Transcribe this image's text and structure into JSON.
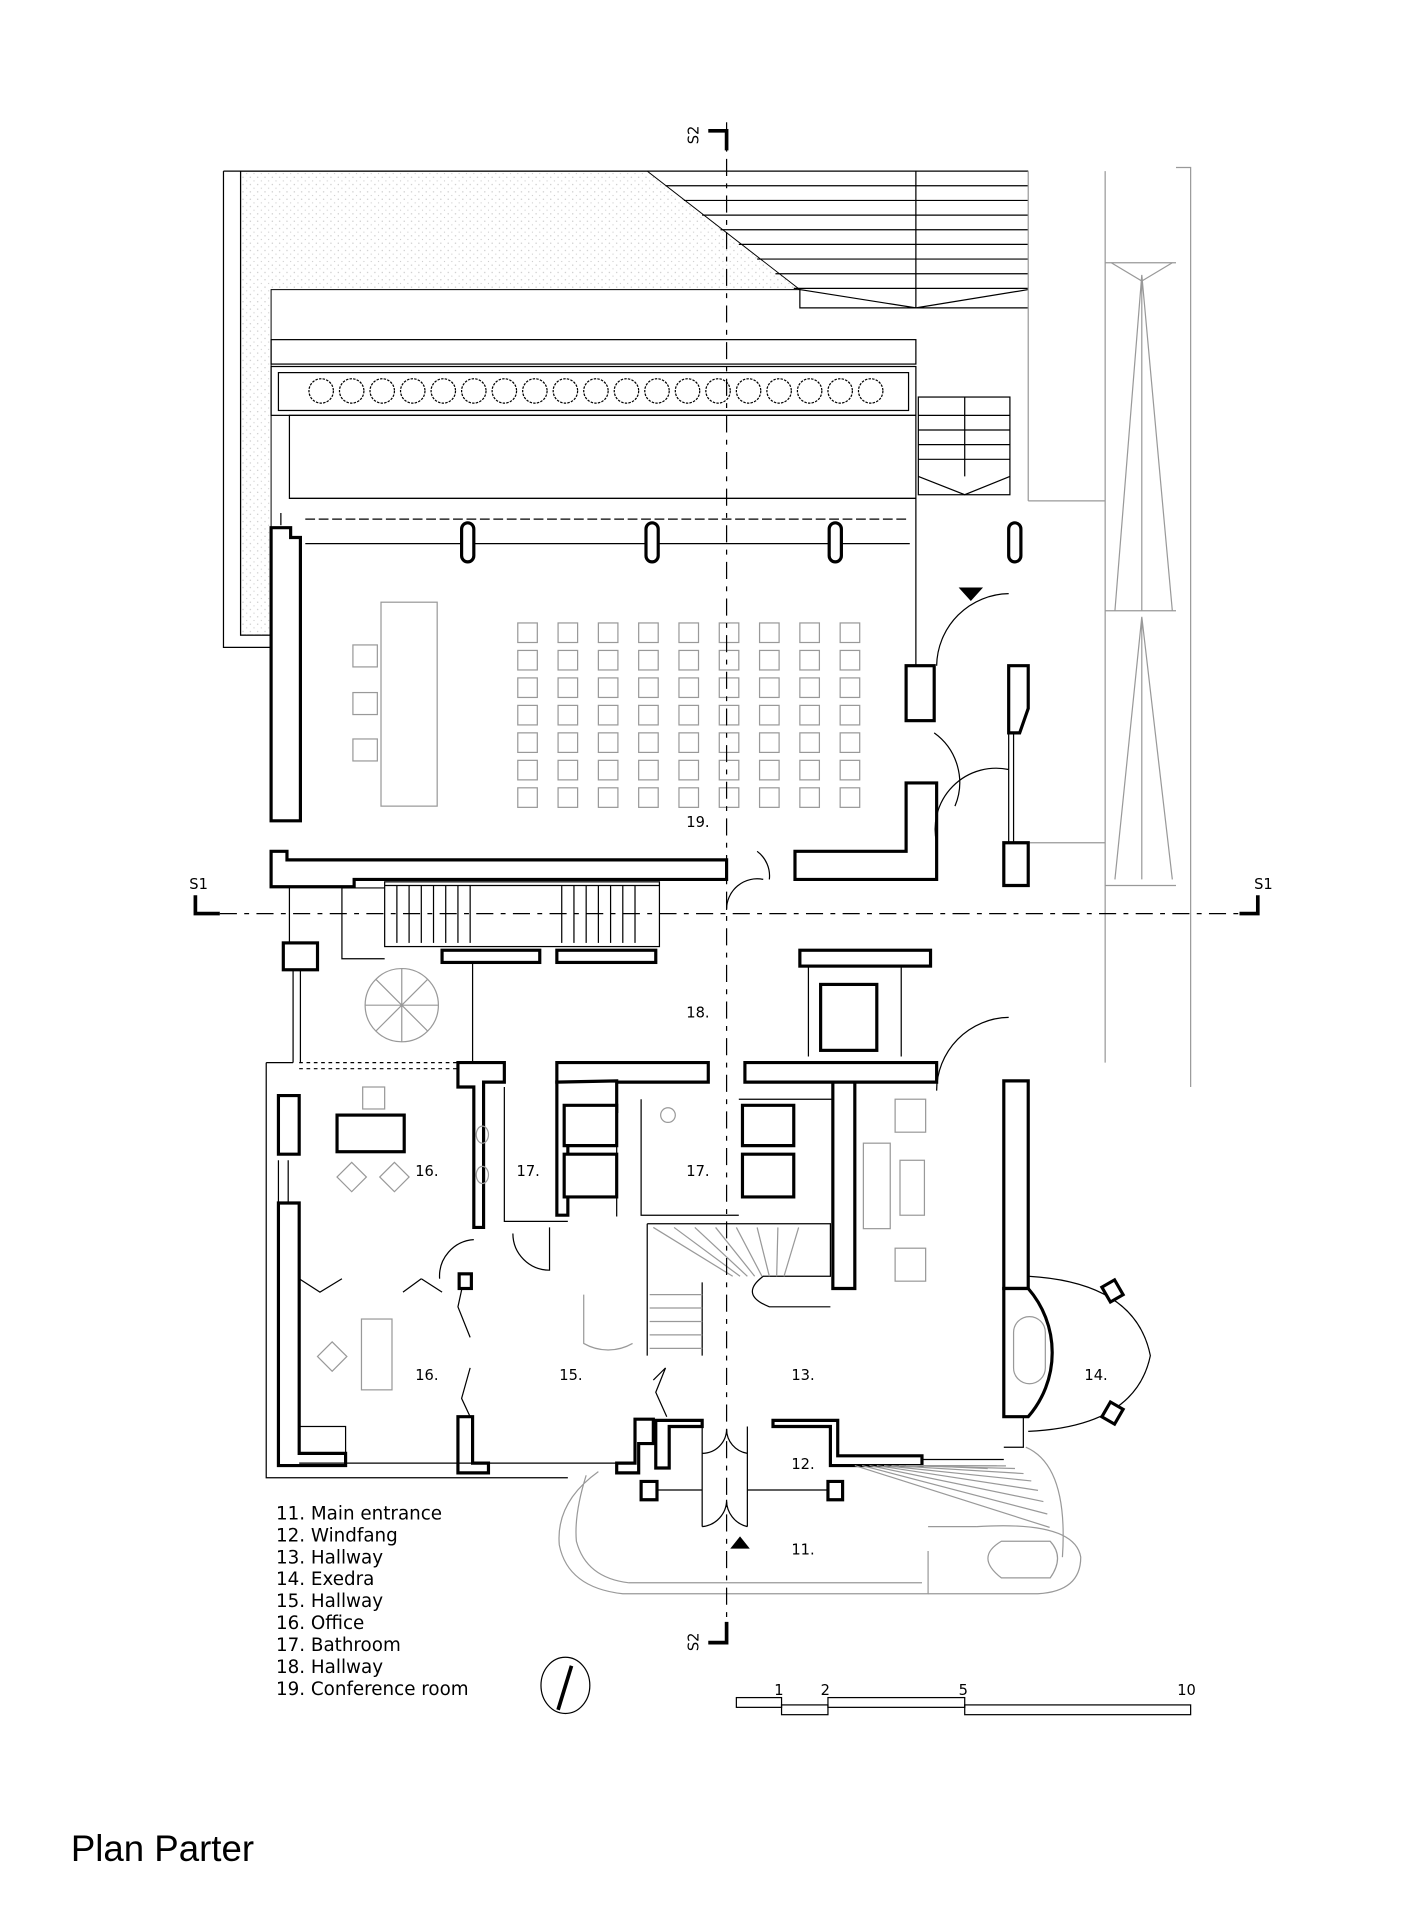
{
  "title": "Plan Parter",
  "section_marks": {
    "s1": "S1",
    "s2": "S2"
  },
  "rooms": [
    {
      "id": "19",
      "label": "19."
    },
    {
      "id": "18",
      "label": "18."
    },
    {
      "id": "16a",
      "label": "16."
    },
    {
      "id": "17a",
      "label": "17."
    },
    {
      "id": "17b",
      "label": "17."
    },
    {
      "id": "16b",
      "label": "16."
    },
    {
      "id": "15",
      "label": "15."
    },
    {
      "id": "13",
      "label": "13."
    },
    {
      "id": "14",
      "label": "14."
    },
    {
      "id": "12",
      "label": "12."
    },
    {
      "id": "11",
      "label": "11."
    }
  ],
  "legend": [
    "11. Main entrance",
    "12. Windfang",
    "13. Hallway",
    "14. Exedra",
    "15. Hallway",
    "16. Office",
    "17. Bathroom",
    "18. Hallway",
    "19. Conference room"
  ],
  "scale_bar": {
    "ticks": [
      "1",
      "2",
      "5",
      "10"
    ]
  },
  "seating": {
    "columns": 9,
    "rows": 7
  },
  "trees": 19,
  "icons": {
    "north": "north-arrow-icon"
  }
}
